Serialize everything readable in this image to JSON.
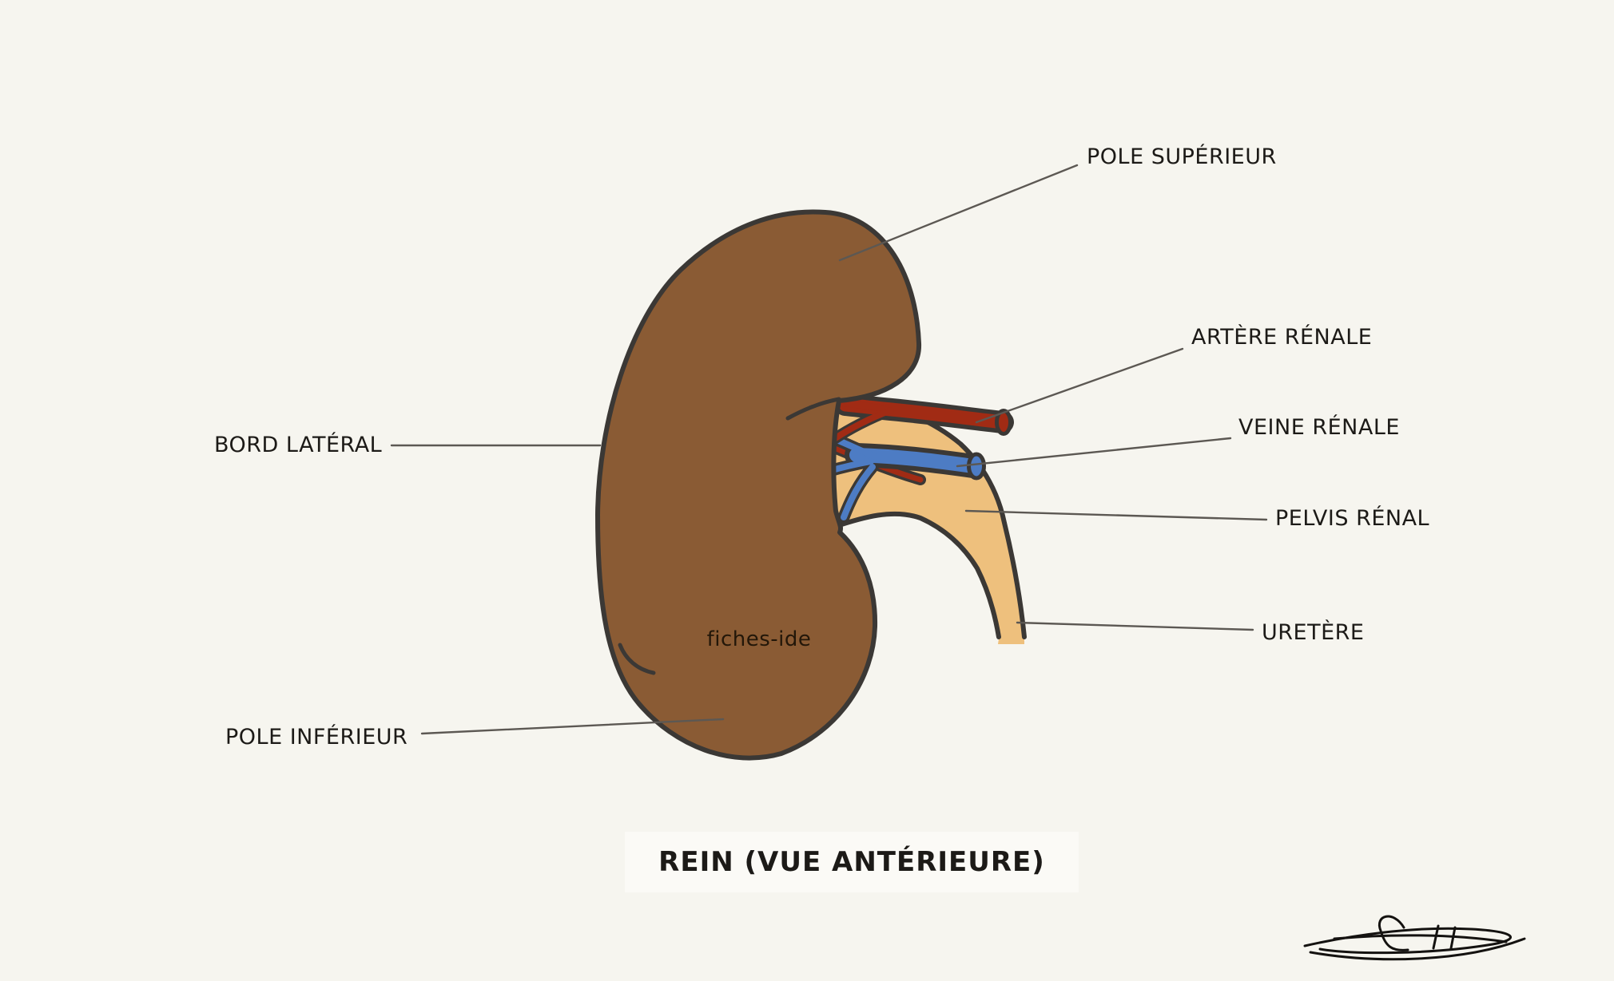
{
  "title": "REIN (VUE ANTÉRIEURE)",
  "watermark": "fiches-ide",
  "labels": {
    "pole_superieur": "POLE SUPÉRIEUR",
    "artere_renale": "ARTÈRE RÉNALE",
    "veine_renale": "VEINE RÉNALE",
    "pelvis_renal": "PELVIS RÉNAL",
    "uretere": "URETÈRE",
    "bord_lateral": "BORD LATÉRAL",
    "pole_inferieur": "POLE INFÉRIEUR"
  },
  "signature_icon": "handwritten-signature",
  "colors": {
    "background": "#f6f5ef",
    "kidney": "#8a5b34",
    "artery": "#a12b14",
    "vein": "#4d7cc4",
    "pelvis": "#eec07d",
    "outline": "#3b3835",
    "leader": "#5c5853",
    "text": "#1c1a17",
    "title_bg": "#fbfaf6"
  }
}
